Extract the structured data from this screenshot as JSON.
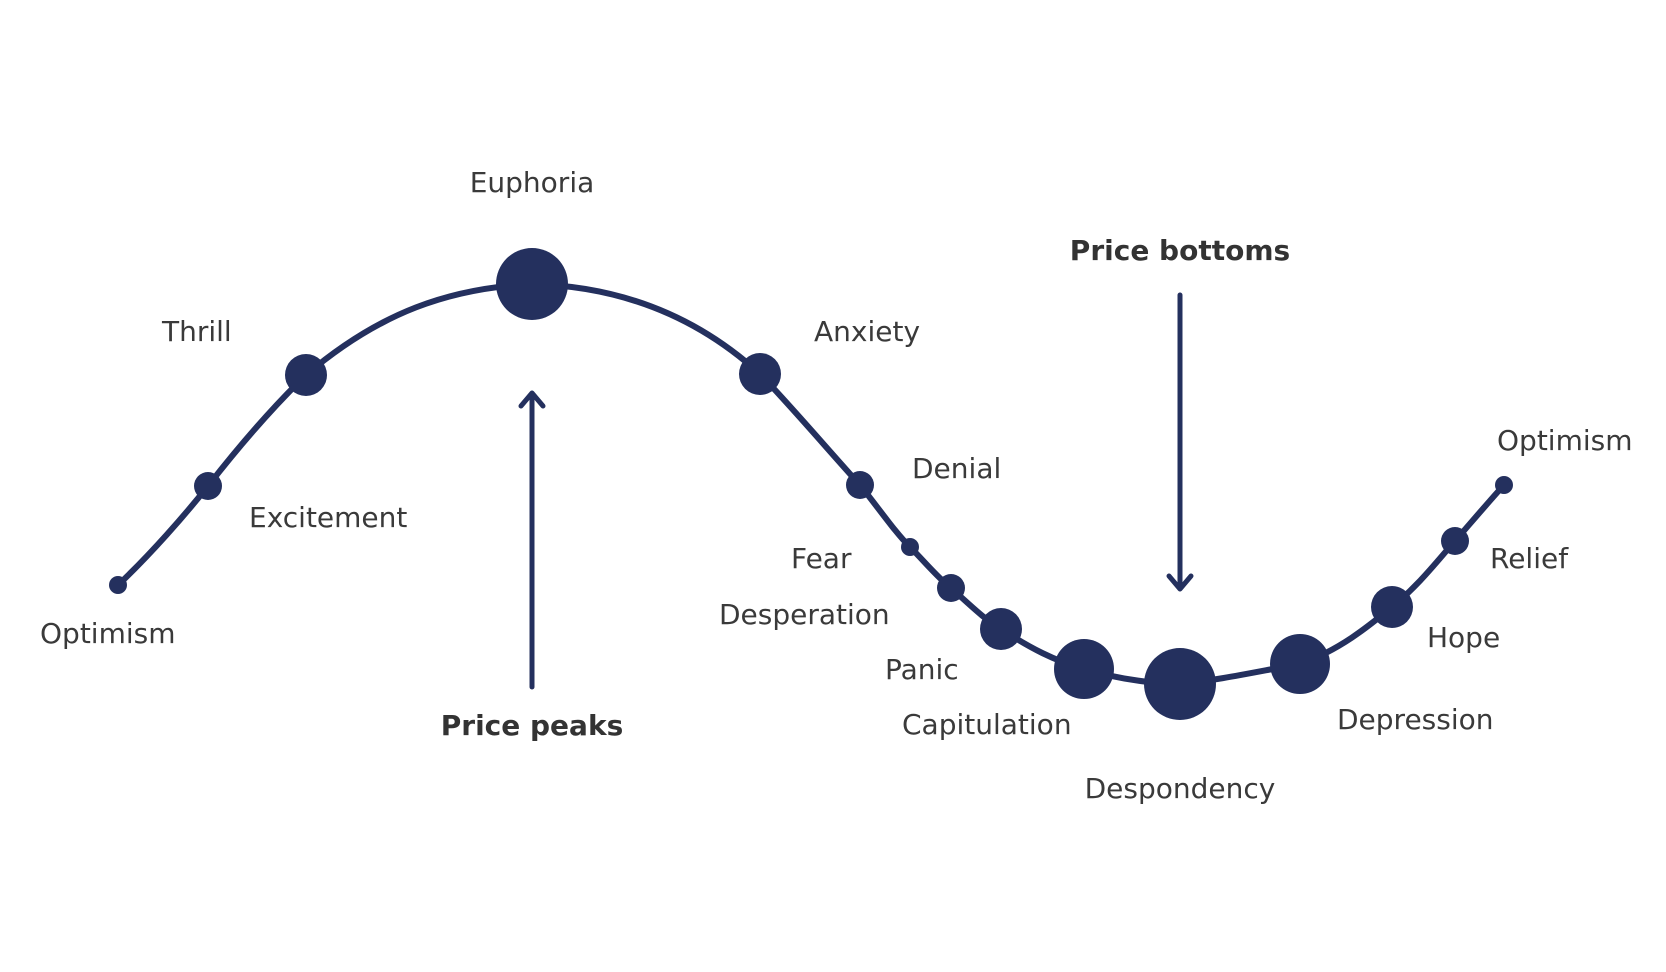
{
  "stages": [
    {
      "id": "optimism-start",
      "label": "Optimism"
    },
    {
      "id": "excitement",
      "label": "Excitement"
    },
    {
      "id": "thrill",
      "label": "Thrill"
    },
    {
      "id": "euphoria",
      "label": "Euphoria"
    },
    {
      "id": "anxiety",
      "label": "Anxiety"
    },
    {
      "id": "denial",
      "label": "Denial"
    },
    {
      "id": "fear",
      "label": "Fear"
    },
    {
      "id": "desperation",
      "label": "Desperation"
    },
    {
      "id": "panic",
      "label": "Panic"
    },
    {
      "id": "capitulation",
      "label": "Capitulation"
    },
    {
      "id": "despondency",
      "label": "Despondency"
    },
    {
      "id": "depression",
      "label": "Depression"
    },
    {
      "id": "hope",
      "label": "Hope"
    },
    {
      "id": "relief",
      "label": "Relief"
    },
    {
      "id": "optimism-end",
      "label": "Optimism"
    }
  ],
  "callouts": {
    "peaks": "Price peaks",
    "bottoms": "Price bottoms"
  },
  "colors": {
    "curve": "#24305e",
    "text": "#3a3a3a",
    "callout_text": "#333333",
    "background": "#ffffff"
  }
}
